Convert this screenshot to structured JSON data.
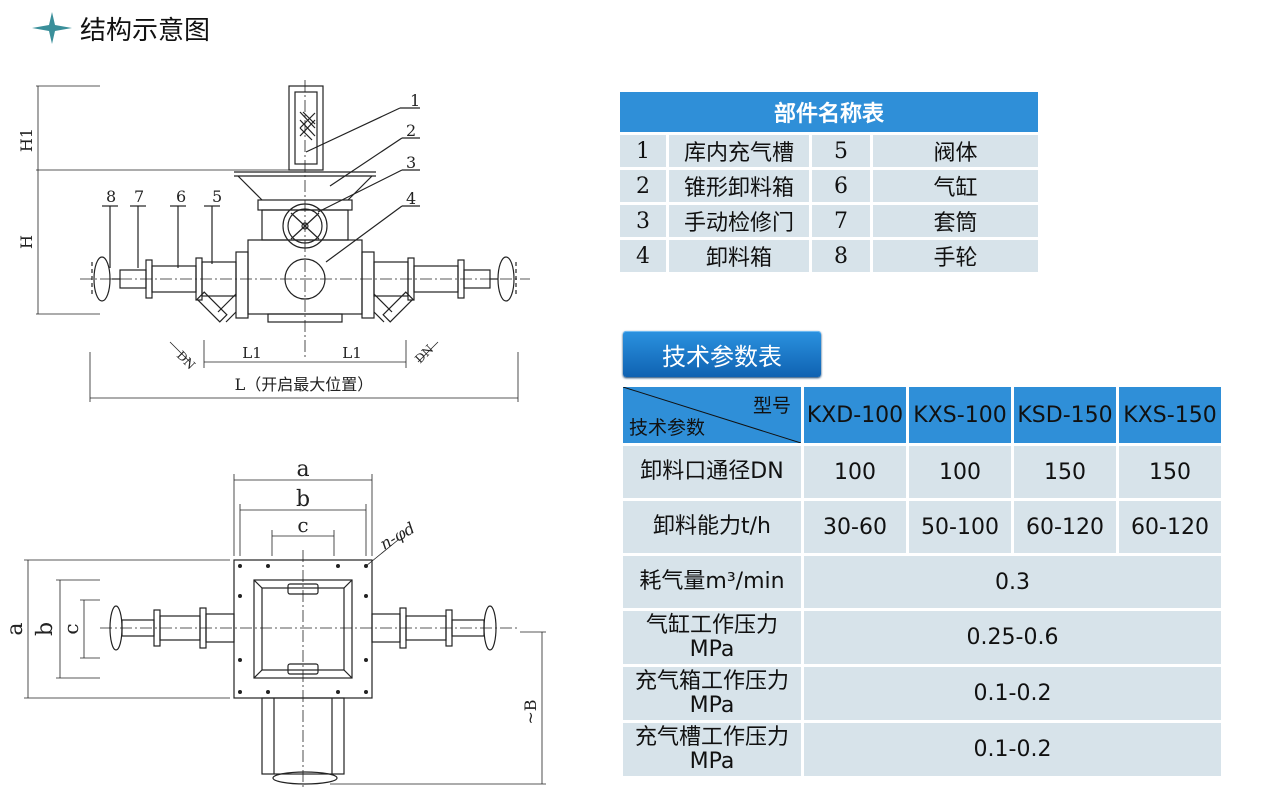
{
  "section": {
    "title": "结构示意图",
    "icon": "four-point-star-icon",
    "accent": "#3a8f9a"
  },
  "drawing": {
    "front_labels": {
      "h1": "H1",
      "h": "H",
      "l1_left": "L1",
      "l1_right": "L1",
      "dn_left": "DN",
      "dn_right": "DN",
      "l_total": "L（开启最大位置）"
    },
    "callouts": [
      "1",
      "2",
      "3",
      "4",
      "5",
      "6",
      "7",
      "8"
    ],
    "top_labels": {
      "a_top": "a",
      "b_top": "b",
      "c_top": "c",
      "hole": "n-φd",
      "a_left": "a",
      "b_left": "b",
      "c_left": "c",
      "B": "~B"
    }
  },
  "parts_table": {
    "title": "部件名称表",
    "rows": [
      {
        "n1": "1",
        "name1": "库内充气槽",
        "n2": "5",
        "name2": "阀体"
      },
      {
        "n1": "2",
        "name1": "锥形卸料箱",
        "n2": "6",
        "name2": "气缸"
      },
      {
        "n1": "3",
        "name1": "手动检修门",
        "n2": "7",
        "name2": "套筒"
      },
      {
        "n1": "4",
        "name1": "卸料箱",
        "n2": "8",
        "name2": "手轮"
      }
    ]
  },
  "spec_table": {
    "title": "技术参数表",
    "corner_col": "型号",
    "corner_row": "技术参数",
    "models": [
      "KXD-100",
      "KXS-100",
      "KSD-150",
      "KXS-150"
    ],
    "rows": [
      {
        "label": "卸料口通径DN",
        "values": [
          "100",
          "100",
          "150",
          "150"
        ]
      },
      {
        "label": "卸料能力t/h",
        "values": [
          "30-60",
          "50-100",
          "60-120",
          "60-120"
        ]
      },
      {
        "label": "耗气量m³/min",
        "value": "0.3"
      },
      {
        "label": "气缸工作压力",
        "unit": "MPa",
        "value": "0.25-0.6"
      },
      {
        "label": "充气箱工作压力",
        "unit": "MPa",
        "value": "0.1-0.2"
      },
      {
        "label": "充气槽工作压力",
        "unit": "MPa",
        "value": "0.1-0.2"
      }
    ]
  },
  "colors": {
    "header_blue": "#2f8fd8",
    "cell": "#d7e3ea",
    "button_top": "#2b92e0",
    "button_bottom": "#0f62b2"
  }
}
